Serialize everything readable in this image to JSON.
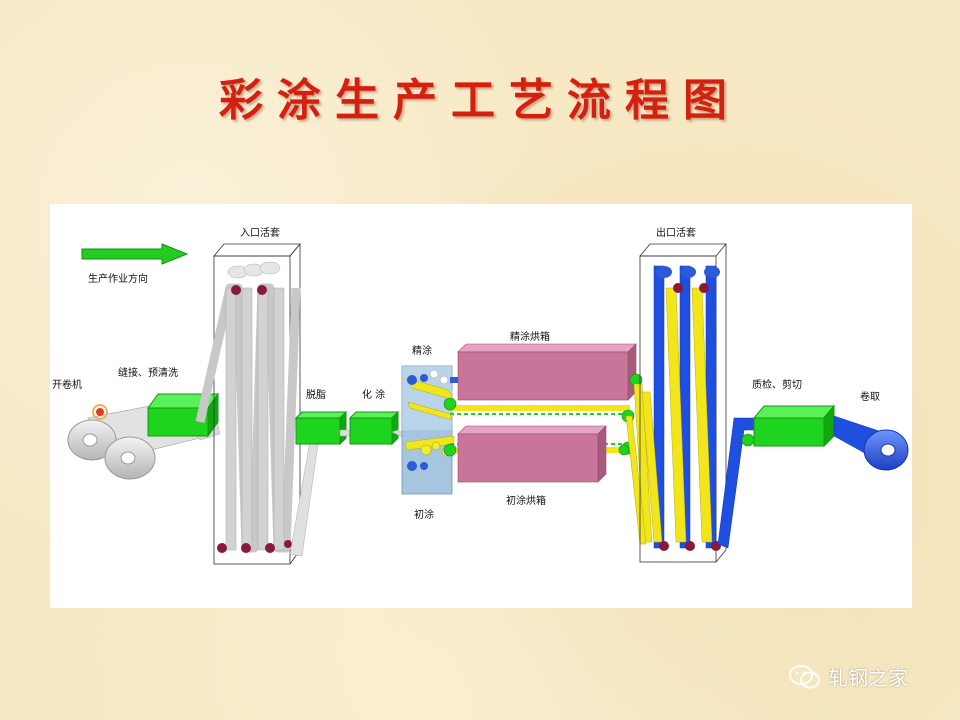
{
  "title": "彩涂生产工艺流程图",
  "labels": {
    "direction": "生产作业方向",
    "uncoiler": "开卷机",
    "welding_cleaning": "缝接、预清洗",
    "entry_accumulator": "入口活套",
    "degreasing": "脱脂",
    "chemical_coating": "化 涂",
    "finish_coating": "精涂",
    "primer_coating": "初涂",
    "finish_oven": "精涂烘箱",
    "primer_oven": "初涂烘箱",
    "exit_accumulator": "出口活套",
    "inspection_cutting": "质检、剪切",
    "recoiler": "卷取"
  },
  "watermark": "轧钢之家",
  "colors": {
    "title": "#d4200f",
    "arrow": "#22cc22",
    "equipment_green": "#1fd41f",
    "strip_gray": "#c8c8c8",
    "strip_blue": "#1f4fe0",
    "strip_yellow": "#f2e61a",
    "oven": "#c97499",
    "roll_red": "#8a1838"
  }
}
